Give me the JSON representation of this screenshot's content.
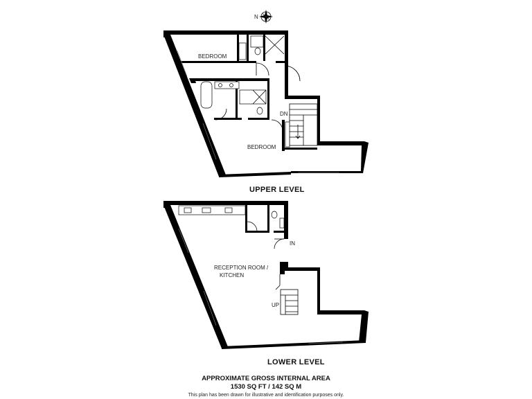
{
  "compass": {
    "north_label": "N",
    "icon": "compass-rose-icon"
  },
  "upper_level": {
    "title": "UPPER LEVEL",
    "rooms": {
      "bedroom_1": "BEDROOM",
      "bedroom_2": "BEDROOM"
    },
    "stairs_label": "DN"
  },
  "lower_level": {
    "title": "LOWER LEVEL",
    "rooms": {
      "reception_line1": "RECEPTION ROOM /",
      "reception_line2": "KITCHEN"
    },
    "entrance_label": "IN",
    "stairs_label": "UP"
  },
  "footer": {
    "area_title": "APPROXIMATE GROSS INTERNAL AREA",
    "area_value": "1530 SQ FT / 142 SQ M",
    "disclaimer": "This plan has been drawn for illustrative and identification purposes only."
  }
}
